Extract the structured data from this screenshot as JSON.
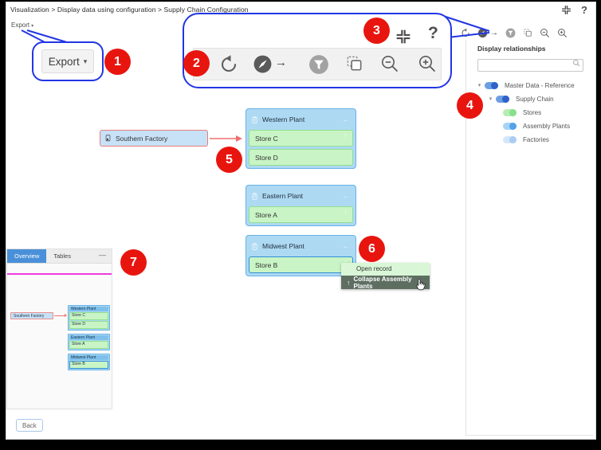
{
  "breadcrumb": "Visualization > Display data using configuration > Supply Chain Configuration",
  "window": {
    "help_label": "?",
    "collapse_icon": "compress-arrows"
  },
  "canvas_toolbar": {
    "export_label": "Export",
    "export_caret": "▾",
    "icons": [
      "undo",
      "navigate-forward",
      "filter",
      "duplicate",
      "zoom-out",
      "zoom-in"
    ]
  },
  "magnified_export": {
    "label": "Export",
    "caret": "▾"
  },
  "magnified_toolbar": {
    "help_label": "?"
  },
  "callouts": [
    "1",
    "2",
    "3",
    "4",
    "5",
    "6",
    "7"
  ],
  "right_panel": {
    "title": "Display relationships",
    "search": {
      "value": "",
      "placeholder": ""
    },
    "tree": [
      {
        "label": "Master Data - Reference",
        "toggle": "on",
        "color": "#2e62c8"
      },
      {
        "label": "Supply Chain",
        "toggle": "on",
        "color": "#2e62c8"
      },
      {
        "label": "Stores",
        "toggle": "on",
        "color": "#8adf8c"
      },
      {
        "label": "Assembly Plants",
        "toggle": "on",
        "color": "#54a2e8"
      },
      {
        "label": "Factories",
        "toggle": "on",
        "color": "#abccf3"
      }
    ]
  },
  "diagram": {
    "factory_label": "Southern Factory",
    "plants": [
      {
        "title": "Western Plant",
        "stores": [
          "Store C",
          "Store D"
        ]
      },
      {
        "title": "Eastern Plant",
        "stores": [
          "Store A"
        ]
      },
      {
        "title": "Midwest Plant",
        "stores": [
          "Store B"
        ]
      }
    ],
    "selected_store": "Store B"
  },
  "context_menu": {
    "items": [
      {
        "label": "Open record"
      },
      {
        "label": "Collapse Assembly Plants",
        "icon": "up-arrow"
      }
    ]
  },
  "overview": {
    "tabs": [
      {
        "label": "Overview",
        "active": true
      },
      {
        "label": "Tables",
        "active": false
      }
    ],
    "minimize_label": "—"
  },
  "footer": {
    "back_label": "Back"
  },
  "icons_glyphs": {
    "left_arrow": "←",
    "up_arrow": "↑",
    "caret_down": "▾",
    "nav_arrow": "→"
  },
  "colors": {
    "annotation_red": "#e8150f",
    "callout_blue": "#2236e3",
    "plant_header_blue": "#7fc0ea",
    "plant_body_blue": "#aed9f2",
    "store_green": "#c9f4c5",
    "store_border_green": "#90e090",
    "factory_blue": "#c7e1f6",
    "highlight_red_border": "#e87d7d",
    "selected_store_border": "#2f8fd8",
    "menu_light_green": "#d9f7d7",
    "menu_dark_green": "#5e6f62",
    "active_tab_blue": "#4a90d9",
    "magenta_line": "#ef3be0"
  }
}
